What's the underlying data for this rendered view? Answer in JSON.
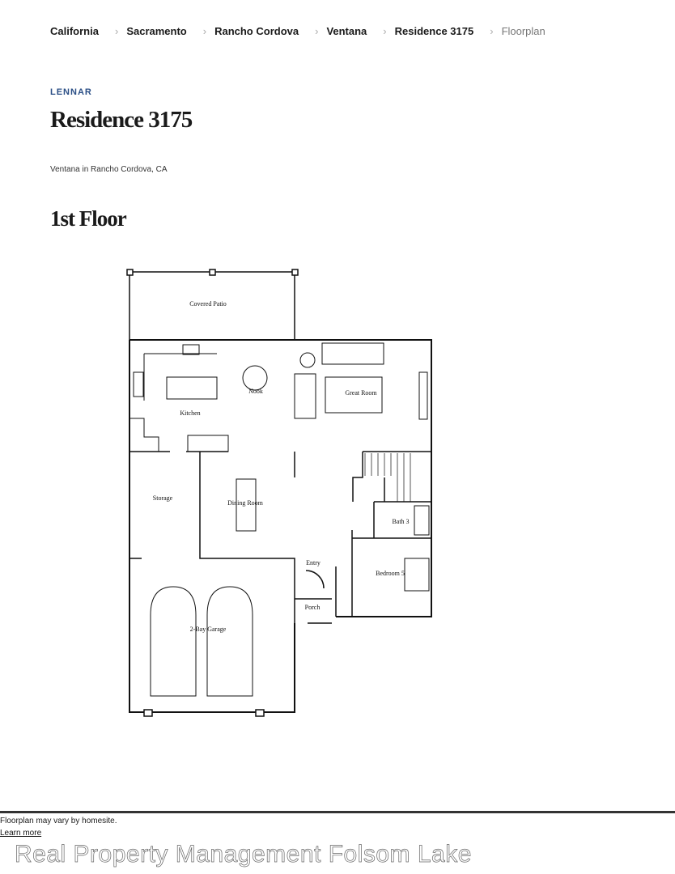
{
  "breadcrumb": [
    {
      "label": "California"
    },
    {
      "label": "Sacramento"
    },
    {
      "label": "Rancho Cordova"
    },
    {
      "label": "Ventana"
    },
    {
      "label": "Residence 3175"
    },
    {
      "label": "Floorplan"
    }
  ],
  "brand": {
    "logo": "LENNAR",
    "color": "#2b4f86"
  },
  "header": {
    "title": "Residence 3175",
    "subtitle": "Ventana in Rancho Cordova, CA"
  },
  "floor": {
    "title": "1st Floor"
  },
  "rooms": {
    "covered_patio": "Covered Patio",
    "nook": "Nook",
    "great_room": "Great Room",
    "kitchen": "Kitchen",
    "storage": "Storage",
    "dining_room": "Dining Room",
    "bath": "Bath 3",
    "entry": "Entry",
    "bedroom": "Bedroom 5",
    "porch": "Porch",
    "garage": "2-Bay Garage"
  },
  "footer": {
    "note": "Floorplan may vary by homesite.",
    "link": "Learn more",
    "watermark": "Real Property Management Folsom Lake"
  }
}
